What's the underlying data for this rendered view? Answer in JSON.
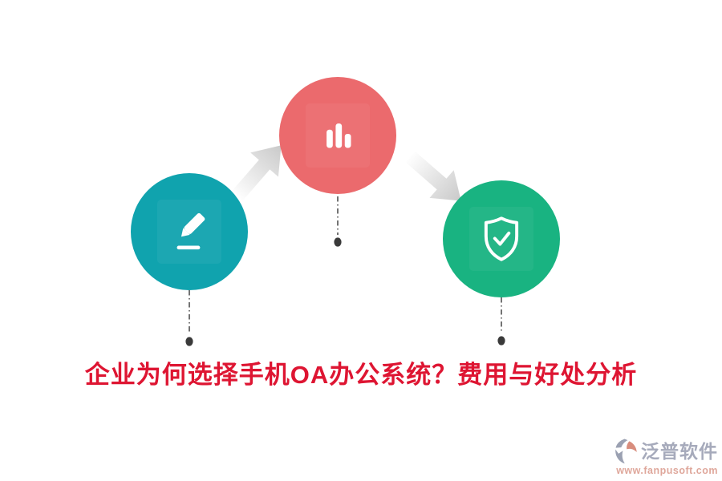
{
  "page": {
    "background": "#ffffff"
  },
  "title": {
    "text": "企业为何选择手机OA办公系统？费用与好处分析",
    "color": "#de1532"
  },
  "flow": {
    "steps": [
      {
        "icon": "pencil-icon",
        "circle_color": "#10a3ae",
        "icon_color": "#ffffff"
      },
      {
        "icon": "bar-chart-icon",
        "circle_color": "#eb6a6d",
        "icon_color": "#ffffff"
      },
      {
        "icon": "shield-check-icon",
        "circle_color": "#19b381",
        "icon_color": "#ffffff"
      }
    ],
    "arrow_gradient": {
      "start": "#fefefe",
      "end": "#c9c9c9"
    },
    "connector": {
      "line_color": "#383838",
      "dot_color": "#3a3a3a"
    }
  },
  "watermark": {
    "brand": "泛普软件",
    "brand_color": "#a6aabb",
    "url": "www.fanpusoft.com",
    "url_color": "#dfa79b",
    "mark": {
      "gray": "#9ba1b2",
      "accent": "#d88d7d"
    }
  }
}
